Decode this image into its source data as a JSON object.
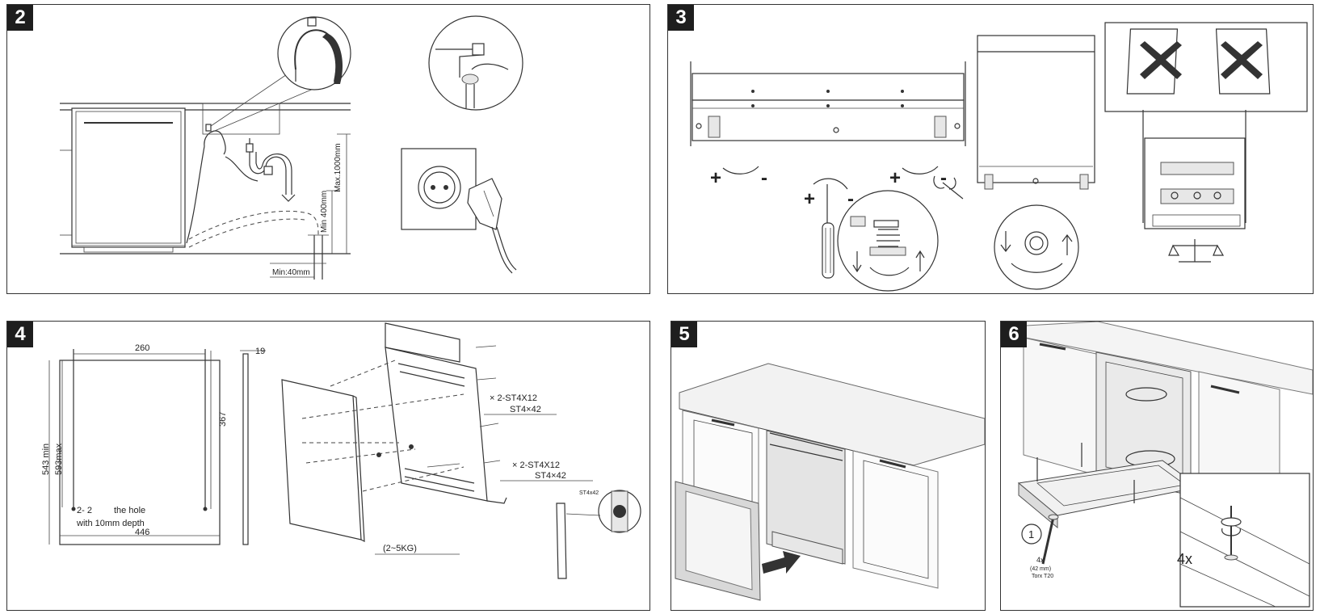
{
  "steps": [
    "2",
    "3",
    "4",
    "5",
    "6"
  ],
  "step2": {
    "label_max": "Max.1000mm",
    "label_min400": "Min 400mm",
    "label_min40": "Min:40mm"
  },
  "step3": {
    "plus": "+",
    "minus": "-"
  },
  "step4": {
    "w260": "260",
    "h367": "367",
    "t19": "19",
    "h543": "543 min",
    "h593": "593max",
    "hole_count": "2- 2",
    "hole_text1": "the hole",
    "hole_text2": "with 10mm depth",
    "w446": "446",
    "screw1a": "× 2-ST4X12",
    "screw1b": "ST4×42",
    "screw2a": "× 2-ST4X12",
    "screw2b": "ST4×42",
    "weight": "(2~5KG)",
    "detail": "ST4x42"
  },
  "step6": {
    "callout": "1",
    "qty": "4x",
    "size": "(42 mm)",
    "tool": "Torx T20",
    "detail_qty": "4x"
  }
}
